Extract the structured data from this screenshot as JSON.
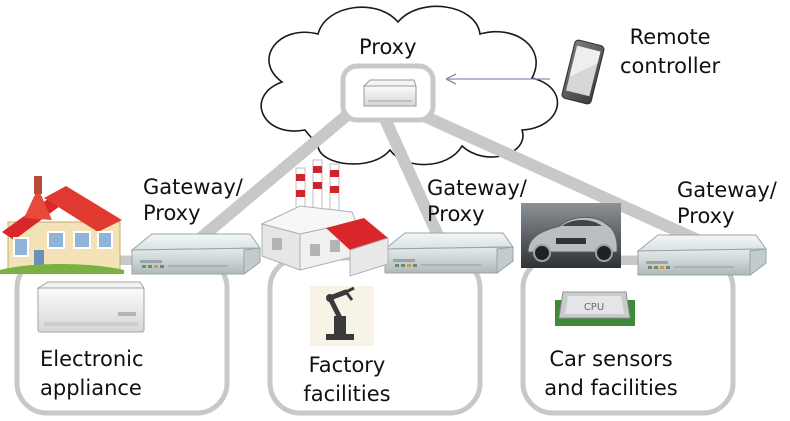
{
  "cloud": {
    "label": "Proxy"
  },
  "remote": {
    "line1": "Remote",
    "line2": "controller"
  },
  "gateways": [
    {
      "line1": "Gateway/",
      "line2": "Proxy"
    },
    {
      "line1": "Gateway/",
      "line2": "Proxy"
    },
    {
      "line1": "Gateway/",
      "line2": "Proxy"
    }
  ],
  "domains": [
    {
      "line1": "Electronic",
      "line2": "appliance"
    },
    {
      "line1": "Factory",
      "line2": "facilities"
    },
    {
      "line1": "Car sensors",
      "line2": "and facilities"
    }
  ],
  "cpu_chip": {
    "label": "CPU"
  },
  "colors": {
    "link": "#c8c8c8",
    "box_border": "#c8c8c8",
    "roof": "#d8262b",
    "text": "#111111"
  }
}
